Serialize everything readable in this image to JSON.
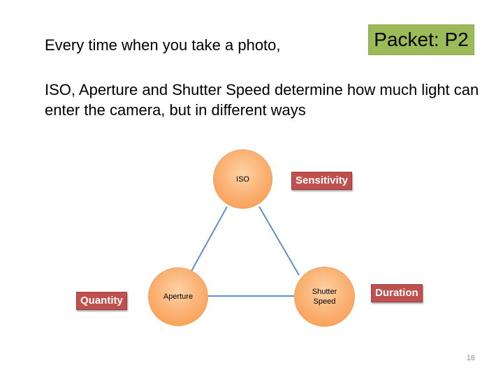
{
  "slide": {
    "intro": "Every time when you take a photo,",
    "body": "ISO, Aperture and Shutter Speed determine how much light can enter the camera, but in different ways",
    "packet_label": "Packet: P2",
    "page_number": "16"
  },
  "diagram": {
    "nodes": {
      "iso": "ISO",
      "aperture": "Aperture",
      "shutter_line1": "Shutter",
      "shutter_line2": "Speed"
    },
    "labels": {
      "sensitivity": "Sensitivity",
      "quantity": "Quantity",
      "duration": "Duration"
    }
  },
  "colors": {
    "packet_bg": "#9bbb59",
    "node_fill": "#f79646",
    "connector": "#4f81bd",
    "label_bg": "#c0504d"
  }
}
